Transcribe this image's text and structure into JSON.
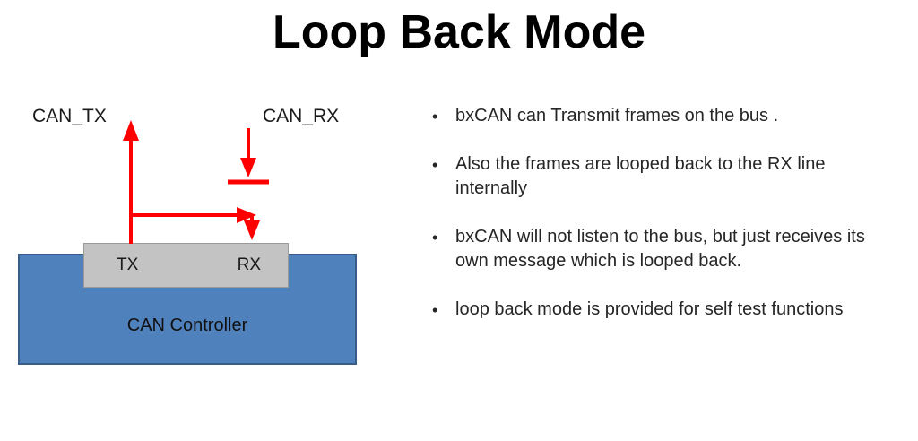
{
  "title": "Loop Back Mode",
  "diagram": {
    "can_tx_label": "CAN_TX",
    "can_rx_label": "CAN_RX",
    "tx_pin": "TX",
    "rx_pin": "RX",
    "controller_label": "CAN Controller",
    "colors": {
      "arrow": "#ff0000",
      "controller_fill": "#4f81bd",
      "controller_border": "#385d8a",
      "pin_box_fill": "#c3c3c3"
    }
  },
  "list": {
    "bullet_glyph": "•"
  },
  "bullets": [
    "bxCAN can Transmit frames on the bus .",
    "Also the frames are looped back to the RX line internally",
    "bxCAN will not listen to the bus, but just receives its own message which is looped back.",
    "loop back mode is provided for self test functions"
  ]
}
